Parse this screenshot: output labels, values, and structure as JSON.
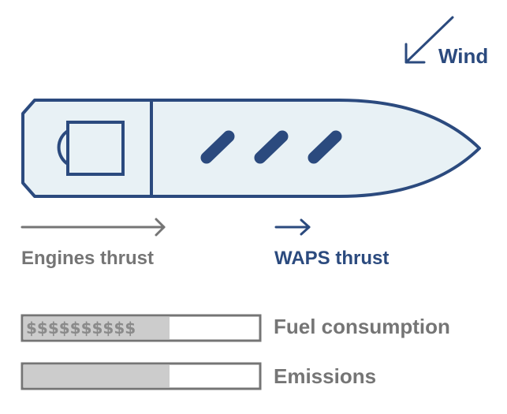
{
  "wind": {
    "label": "Wind"
  },
  "engines": {
    "label": "Engines thrust"
  },
  "waps": {
    "label": "WAPS thrust"
  },
  "fuel": {
    "label": "Fuel consumption",
    "fill_fraction": 0.62,
    "fill_text": "$$$$$$$$$$"
  },
  "emissions": {
    "label": "Emissions",
    "fill_fraction": 0.62
  },
  "colors": {
    "navy": "#2b4a7e",
    "hull_fill": "#e8f1f5",
    "gray": "#757575",
    "bar_fill": "#cccccc"
  },
  "icons": {
    "wind": "diagonal-arrow-icon",
    "engine_arrow": "right-arrow-icon",
    "waps_arrow": "right-arrow-icon",
    "sails": "rotor-sail-icon"
  }
}
